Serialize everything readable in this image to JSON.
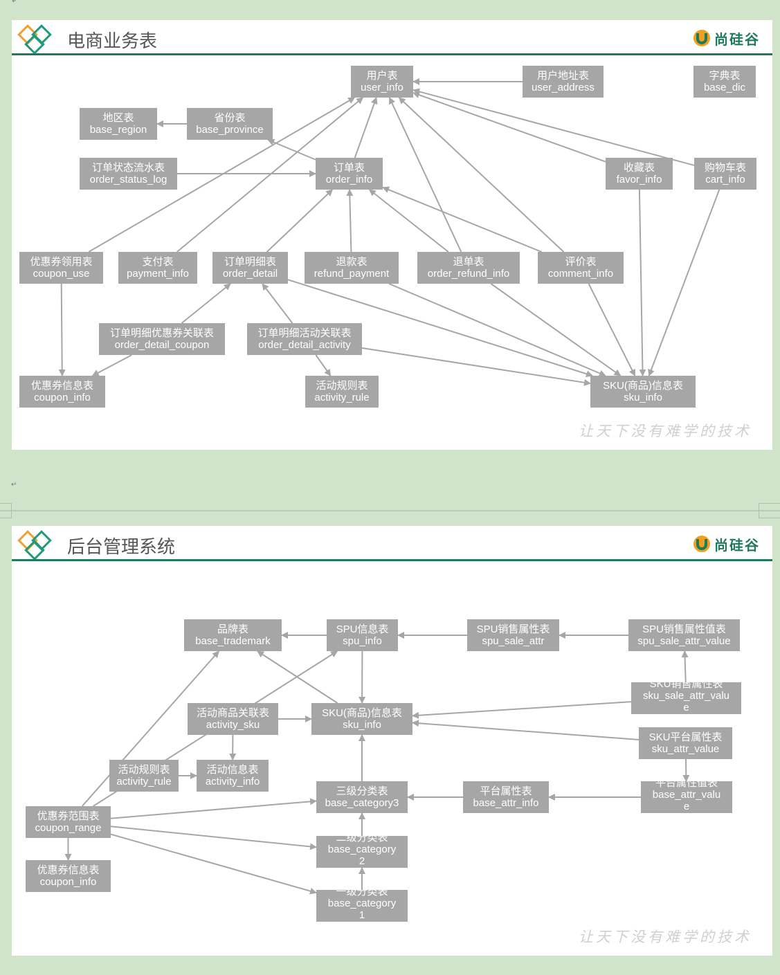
{
  "marks": {
    "top_left": "↲",
    "between": "↵"
  },
  "slides": [
    {
      "title": "电商业务表",
      "brand": "尚硅谷",
      "slogan": "让天下没有难学的技术",
      "nodes": [
        {
          "id": "user_info",
          "cn": "用户表",
          "en": "user_info"
        },
        {
          "id": "user_address",
          "cn": "用户地址表",
          "en": "user_address"
        },
        {
          "id": "base_dic",
          "cn": "字典表",
          "en": "base_dic"
        },
        {
          "id": "base_region",
          "cn": "地区表",
          "en": "base_region"
        },
        {
          "id": "base_province",
          "cn": "省份表",
          "en": "base_province"
        },
        {
          "id": "order_status_log",
          "cn": "订单状态流水表",
          "en": "order_status_log"
        },
        {
          "id": "order_info",
          "cn": "订单表",
          "en": "order_info"
        },
        {
          "id": "favor_info",
          "cn": "收藏表",
          "en": "favor_info"
        },
        {
          "id": "cart_info",
          "cn": "购物车表",
          "en": "cart_info"
        },
        {
          "id": "coupon_use",
          "cn": "优惠券领用表",
          "en": "coupon_use"
        },
        {
          "id": "payment_info",
          "cn": "支付表",
          "en": "payment_info"
        },
        {
          "id": "order_detail",
          "cn": "订单明细表",
          "en": "order_detail"
        },
        {
          "id": "refund_payment",
          "cn": "退款表",
          "en": "refund_payment"
        },
        {
          "id": "order_refund_info",
          "cn": "退单表",
          "en": "order_refund_info"
        },
        {
          "id": "comment_info",
          "cn": "评价表",
          "en": "comment_info"
        },
        {
          "id": "order_detail_coupon",
          "cn": "订单明细优惠券关联表",
          "en": "order_detail_coupon"
        },
        {
          "id": "order_detail_activity",
          "cn": "订单明细活动关联表",
          "en": "order_detail_activity"
        },
        {
          "id": "coupon_info",
          "cn": "优惠券信息表",
          "en": "coupon_info"
        },
        {
          "id": "activity_rule",
          "cn": "活动规则表",
          "en": "activity_rule"
        },
        {
          "id": "sku_info",
          "cn": "SKU(商品)信息表",
          "en": "sku_info"
        }
      ],
      "edges": [
        [
          "user_address",
          "user_info"
        ],
        [
          "coupon_use",
          "user_info"
        ],
        [
          "payment_info",
          "user_info"
        ],
        [
          "order_info",
          "user_info"
        ],
        [
          "order_refund_info",
          "user_info"
        ],
        [
          "comment_info",
          "user_info"
        ],
        [
          "favor_info",
          "user_info"
        ],
        [
          "cart_info",
          "user_info"
        ],
        [
          "base_province",
          "base_region"
        ],
        [
          "order_info",
          "base_province"
        ],
        [
          "order_status_log",
          "order_info"
        ],
        [
          "order_detail",
          "order_info"
        ],
        [
          "refund_payment",
          "order_info"
        ],
        [
          "order_refund_info",
          "order_info"
        ],
        [
          "comment_info",
          "order_info"
        ],
        [
          "coupon_use",
          "coupon_info"
        ],
        [
          "order_detail_coupon",
          "coupon_info"
        ],
        [
          "order_detail_coupon",
          "order_detail"
        ],
        [
          "order_detail_activity",
          "order_detail"
        ],
        [
          "order_detail_activity",
          "activity_rule"
        ],
        [
          "order_detail",
          "sku_info"
        ],
        [
          "refund_payment",
          "sku_info"
        ],
        [
          "order_refund_info",
          "sku_info"
        ],
        [
          "comment_info",
          "sku_info"
        ],
        [
          "favor_info",
          "sku_info"
        ],
        [
          "cart_info",
          "sku_info"
        ],
        [
          "order_detail_activity",
          "sku_info"
        ]
      ]
    },
    {
      "title": "后台管理系统",
      "brand": "尚硅谷",
      "slogan": "让天下没有难学的技术",
      "nodes": [
        {
          "id": "base_trademark",
          "cn": "品牌表",
          "en": "base_trademark"
        },
        {
          "id": "spu_info",
          "cn": "SPU信息表",
          "en": "spu_info"
        },
        {
          "id": "spu_sale_attr",
          "cn": "SPU销售属性表",
          "en": "spu_sale_attr"
        },
        {
          "id": "spu_sale_attr_value",
          "cn": "SPU销售属性值表",
          "en": "spu_sale_attr_value"
        },
        {
          "id": "sku_sale_attr_value",
          "cn": "SKU销售属性表",
          "en": "sku_sale_attr_valu",
          "en2": "e"
        },
        {
          "id": "activity_sku",
          "cn": "活动商品关联表",
          "en": "activity_sku"
        },
        {
          "id": "sku_info",
          "cn": "SKU(商品)信息表",
          "en": "sku_info"
        },
        {
          "id": "sku_attr_value",
          "cn": "SKU平台属性表",
          "en": "sku_attr_value"
        },
        {
          "id": "activity_rule",
          "cn": "活动规则表",
          "en": "activity_rule"
        },
        {
          "id": "activity_info",
          "cn": "活动信息表",
          "en": "activity_info"
        },
        {
          "id": "base_category3",
          "cn": "三级分类表",
          "en": "base_category3"
        },
        {
          "id": "base_attr_info",
          "cn": "平台属性表",
          "en": "base_attr_info"
        },
        {
          "id": "base_attr_value",
          "cn": "平台属性值表",
          "en": "base_attr_valu",
          "en2": "e"
        },
        {
          "id": "coupon_range",
          "cn": "优惠券范围表",
          "en": "coupon_range"
        },
        {
          "id": "base_category2",
          "cn": "二级分类表",
          "en": "base_category",
          "en2": "2"
        },
        {
          "id": "coupon_info",
          "cn": "优惠券信息表",
          "en": "coupon_info"
        },
        {
          "id": "base_category1",
          "cn": "一级分类表",
          "en": "base_category",
          "en2": "1"
        }
      ],
      "edges": [
        [
          "spu_info",
          "base_trademark"
        ],
        [
          "spu_sale_attr",
          "spu_info"
        ],
        [
          "spu_sale_attr_value",
          "spu_sale_attr"
        ],
        [
          "sku_sale_attr_value",
          "spu_sale_attr_value"
        ],
        [
          "spu_info",
          "sku_info"
        ],
        [
          "sku_info",
          "base_trademark"
        ],
        [
          "activity_sku",
          "sku_info"
        ],
        [
          "activity_sku",
          "activity_info"
        ],
        [
          "activity_rule",
          "activity_info"
        ],
        [
          "sku_sale_attr_value",
          "sku_info"
        ],
        [
          "sku_attr_value",
          "sku_info"
        ],
        [
          "sku_attr_value",
          "base_attr_value"
        ],
        [
          "base_category3",
          "sku_info"
        ],
        [
          "base_attr_info",
          "base_category3"
        ],
        [
          "base_attr_value",
          "base_attr_info"
        ],
        [
          "base_category2",
          "base_category3"
        ],
        [
          "base_category1",
          "base_category2"
        ],
        [
          "coupon_range",
          "base_trademark"
        ],
        [
          "coupon_range",
          "spu_info"
        ],
        [
          "coupon_range",
          "base_category3"
        ],
        [
          "coupon_range",
          "base_category2"
        ],
        [
          "coupon_range",
          "base_category1"
        ],
        [
          "coupon_range",
          "coupon_info"
        ]
      ]
    }
  ]
}
